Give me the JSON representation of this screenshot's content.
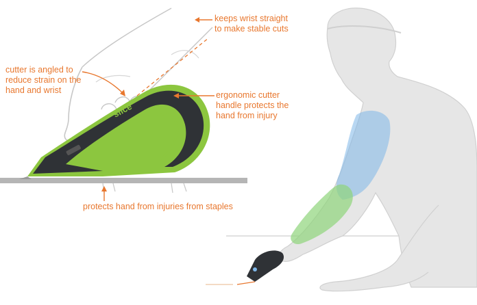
{
  "colors": {
    "annotation": "#e8772e",
    "cutter_body": "#2f3236",
    "cutter_accent": "#8cc63f",
    "outline": "#c7c7c7",
    "figure_fill": "#e6e6e6",
    "muscle_blue": "#7eb6e8",
    "muscle_green": "#8fd47a",
    "cutting_surface": "#b5b5b5"
  },
  "annotations": {
    "wrist": [
      "keeps wrist straight",
      "to make stable cuts"
    ],
    "angle": [
      "cutter is angled to",
      "reduce strain on the",
      "hand and wrist"
    ],
    "handle": [
      "ergonomic cutter",
      "handle protects the",
      "hand from injury"
    ],
    "staples": [
      "protects hand from injuries from staples"
    ]
  },
  "cutter_brand": "slice",
  "icons": [
    "hand-illustration",
    "safety-cutter-illustration",
    "worker-figure-illustration",
    "arrow-icon"
  ]
}
